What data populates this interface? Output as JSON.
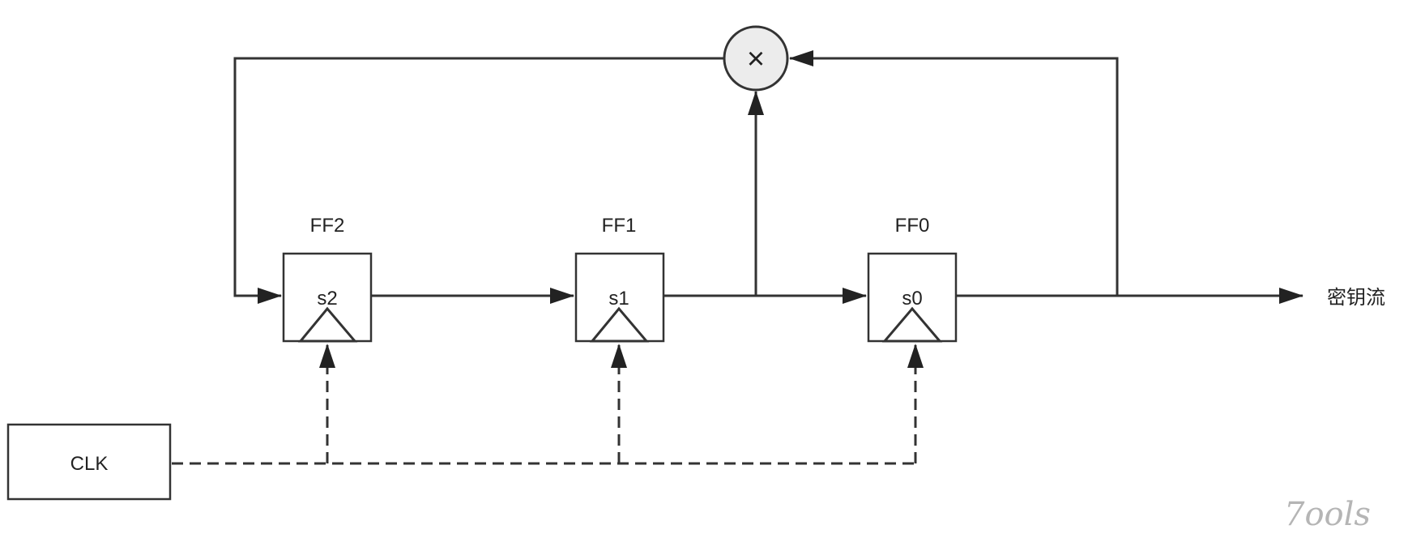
{
  "flipflops": [
    {
      "name": "FF2",
      "state": "s2"
    },
    {
      "name": "FF1",
      "state": "s1"
    },
    {
      "name": "FF0",
      "state": "s0"
    }
  ],
  "multiplier_symbol": "×",
  "clock_label": "CLK",
  "output_label": "密钥流",
  "watermark": "7ools"
}
